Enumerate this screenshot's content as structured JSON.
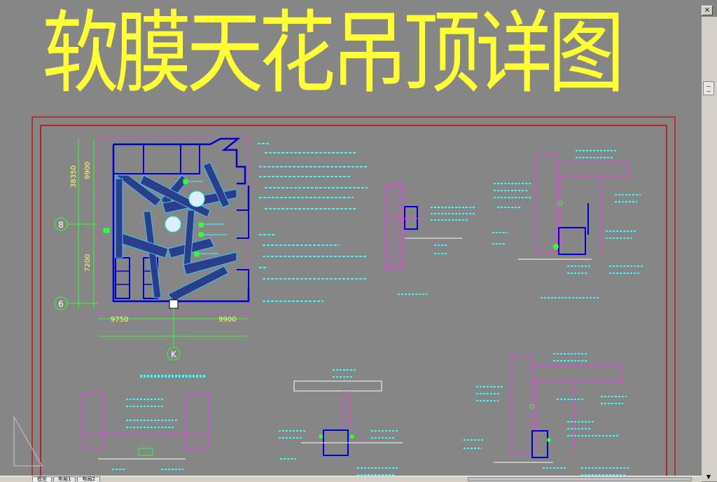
{
  "title": "软膜天花吊顶详图",
  "plan": {
    "dim_left_top": "9900",
    "dim_left_total": "38350",
    "dim_left_bottom": "7200",
    "dim_bottom_left": "9750",
    "dim_bottom_right": "9900",
    "grid_8": "8",
    "grid_6": "6",
    "grid_k": "K"
  },
  "tabs": [
    "模型",
    "布局1",
    "布局2"
  ],
  "colors": {
    "background": "#868686",
    "title": "#ffff33",
    "frame": "#cc0000",
    "wall": "#0000cc",
    "magenta": "#ff33ff",
    "cyan": "#33ffff",
    "green": "#33ff33"
  }
}
